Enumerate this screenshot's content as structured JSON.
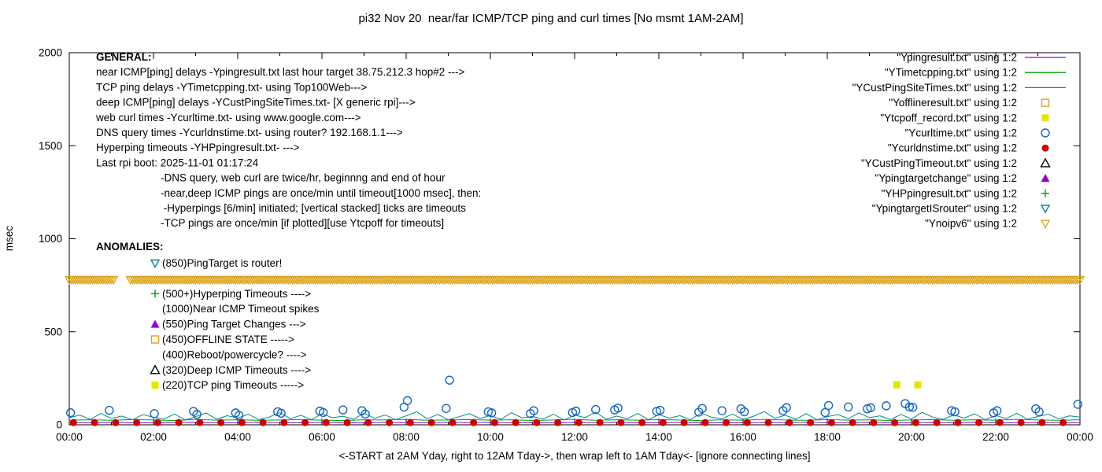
{
  "chart_data": {
    "type": "line",
    "title": "pi32 Nov 20  near/far ICMP/TCP ping and curl times [No msmt 1AM-2AM]",
    "xlabel": "<-START at 2AM Yday, right to 12AM Tday->, then wrap left to 1AM Tday<- [ignore connecting lines]",
    "ylabel": "msec",
    "x_range": [
      0,
      24
    ],
    "ylim": [
      0,
      2000
    ],
    "y_ticks": [
      0,
      500,
      1000,
      1500,
      2000
    ],
    "x_tick_hours": [
      0,
      2,
      4,
      6,
      8,
      10,
      12,
      14,
      16,
      18,
      20,
      22,
      24
    ],
    "x_tick_labels": [
      "00:00",
      "02:00",
      "04:00",
      "06:00",
      "08:00",
      "10:00",
      "12:00",
      "14:00",
      "16:00",
      "18:00",
      "20:00",
      "22:00",
      "00:00"
    ],
    "grid": false,
    "legend_position": "inside-top-right",
    "legend": [
      {
        "label": "\"Ypingresult.txt\" using 1:2",
        "sample": "line",
        "color": "#9400D3"
      },
      {
        "label": "\"YTimetcpping.txt\" using 1:2",
        "sample": "line",
        "color": "#00A000"
      },
      {
        "label": "\"YCustPingSiteTimes.txt\" using 1:2",
        "sample": "line",
        "color": "#008B8B"
      },
      {
        "label": "\"Yofflineresult.txt\" using 1:2",
        "sample": "square-open",
        "color": "#DAA520"
      },
      {
        "label": "\"Ytcpoff_record.txt\" using 1:2",
        "sample": "square-filled",
        "color": "#E8E600"
      },
      {
        "label": "\"Ycurltime.txt\" using 1:2",
        "sample": "circle-open",
        "color": "#1565C0"
      },
      {
        "label": "\"Ycurldnstime.txt\" using 1:2",
        "sample": "circle-filled",
        "color": "#CC0000"
      },
      {
        "label": "\"YCustPingTimeout.txt\" using 1:2",
        "sample": "tri-up-open",
        "color": "#000000"
      },
      {
        "label": "\"Ypingtargetchange\" using 1:2",
        "sample": "tri-up-filled",
        "color": "#9400D3"
      },
      {
        "label": "\"YHPpingresult.txt\" using 1:2",
        "sample": "plus",
        "color": "#00A000"
      },
      {
        "label": "\"YpingtargetISrouter\" using 1:2",
        "sample": "tri-down-open",
        "color": "#008B8B"
      },
      {
        "label": "\"Ynoipv6\" using 1:2",
        "sample": "tri-down-open",
        "color": "#DAA520"
      }
    ],
    "series": [
      {
        "name": "Ypingresult.txt",
        "plot": "line",
        "color": "#9400D3",
        "x_start": 0,
        "x_step": 0.5,
        "values": [
          12,
          11,
          13,
          12,
          10,
          12,
          13,
          11,
          12,
          14,
          12,
          11,
          13,
          12,
          10,
          13,
          12,
          11,
          14,
          12,
          13,
          11,
          12,
          10,
          13,
          12,
          14,
          11,
          12,
          13,
          10,
          12,
          11,
          13,
          12,
          14,
          11,
          12,
          13,
          10,
          12,
          13,
          11,
          14,
          12,
          11,
          13,
          12,
          11
        ]
      },
      {
        "name": "YTimetcpping.txt",
        "plot": "line",
        "color": "#00A000",
        "x_start": 0,
        "x_step": 0.5,
        "values": [
          25,
          27,
          24,
          28,
          26,
          23,
          29,
          25,
          27,
          24,
          26,
          28,
          25,
          23,
          27,
          26,
          29,
          24,
          26,
          28,
          25,
          27,
          23,
          26,
          29,
          24,
          27,
          25,
          28,
          26,
          23,
          27,
          25,
          29,
          26,
          24,
          28,
          25,
          27,
          23,
          26,
          28,
          24,
          27,
          25,
          29,
          26,
          24,
          27
        ]
      },
      {
        "name": "YCustPingSiteTimes.txt",
        "plot": "line",
        "color": "#008B8B",
        "x_start": 0,
        "x_step": 0.25,
        "values": [
          38,
          52,
          29,
          61,
          34,
          47,
          27,
          55,
          40,
          31,
          58,
          26,
          44,
          63,
          30,
          49,
          36,
          57,
          28,
          42,
          66,
          33,
          51,
          27,
          59,
          38,
          46,
          30,
          62,
          35,
          53,
          28,
          48,
          70,
          32,
          56,
          27,
          43,
          60,
          34,
          50,
          29,
          65,
          37,
          45,
          31,
          57,
          26,
          52,
          39,
          68,
          30,
          47,
          33,
          61,
          28,
          54,
          36,
          49,
          27,
          63,
          41,
          32,
          58,
          29,
          46,
          71,
          35,
          51,
          30,
          60,
          27,
          44,
          55,
          33,
          64,
          38,
          48,
          28,
          56,
          31,
          67,
          42,
          29,
          53,
          36,
          59,
          27,
          50,
          34,
          62,
          30,
          45,
          57,
          32,
          48,
          41
        ]
      },
      {
        "name": "Ycurltime.txt",
        "plot": "scatter",
        "marker": "circle-open",
        "color": "#1565C0",
        "points": [
          [
            0.03,
            65
          ],
          [
            0.95,
            78
          ],
          [
            2.02,
            60
          ],
          [
            2.95,
            72
          ],
          [
            3.03,
            56
          ],
          [
            3.95,
            64
          ],
          [
            4.03,
            50
          ],
          [
            4.95,
            70
          ],
          [
            5.03,
            62
          ],
          [
            5.95,
            74
          ],
          [
            6.03,
            66
          ],
          [
            6.5,
            80
          ],
          [
            6.95,
            76
          ],
          [
            7.03,
            58
          ],
          [
            7.95,
            95
          ],
          [
            8.03,
            130
          ],
          [
            8.95,
            88
          ],
          [
            9.03,
            240
          ],
          [
            9.95,
            70
          ],
          [
            10.03,
            64
          ],
          [
            10.95,
            60
          ],
          [
            11.03,
            76
          ],
          [
            11.95,
            66
          ],
          [
            12.03,
            74
          ],
          [
            12.5,
            82
          ],
          [
            12.95,
            80
          ],
          [
            13.03,
            90
          ],
          [
            13.95,
            72
          ],
          [
            14.03,
            78
          ],
          [
            14.95,
            68
          ],
          [
            15.03,
            88
          ],
          [
            15.5,
            76
          ],
          [
            15.95,
            86
          ],
          [
            16.03,
            70
          ],
          [
            16.95,
            76
          ],
          [
            17.03,
            92
          ],
          [
            17.95,
            66
          ],
          [
            18.03,
            104
          ],
          [
            18.5,
            96
          ],
          [
            18.95,
            86
          ],
          [
            19.03,
            92
          ],
          [
            19.4,
            102
          ],
          [
            19.85,
            114
          ],
          [
            19.95,
            96
          ],
          [
            20.03,
            94
          ],
          [
            20.95,
            76
          ],
          [
            21.03,
            70
          ],
          [
            21.95,
            64
          ],
          [
            22.03,
            76
          ],
          [
            22.95,
            86
          ],
          [
            23.03,
            70
          ],
          [
            23.95,
            110
          ]
        ]
      },
      {
        "name": "Ycurldnstime.txt",
        "plot": "scatter",
        "marker": "circle-filled",
        "color": "#CC0000",
        "repeat": {
          "x_start": 0.1,
          "x_end": 23.9,
          "x_step": 0.5,
          "value": 12
        }
      },
      {
        "name": "Ytcpoff_record.txt",
        "plot": "scatter",
        "marker": "square-filled",
        "color": "#E8E600",
        "points": [
          [
            19.65,
            215
          ],
          [
            20.15,
            215
          ]
        ]
      },
      {
        "name": "Ynoipv6",
        "plot": "marker-band",
        "marker": "tri-down-open",
        "color": "#DAA520",
        "value": 780,
        "x_start": 0,
        "x_end": 24,
        "x_step": 0.05,
        "gaps": [
          [
            1.08,
            1.42
          ]
        ]
      }
    ]
  },
  "annotations": {
    "general": {
      "heading": "GENERAL:",
      "lines": [
        "near ICMP[ping] delays -Ypingresult.txt last hour target 38.75.212.3 hop#2 --->",
        "TCP ping delays -YTimetcpping.txt- using Top100Web--->",
        "deep ICMP[ping] delays -YCustPingSiteTimes.txt- [X generic rpi]--->",
        "web curl times -Ycurltime.txt- using www.google.com--->",
        "DNS query times -Ycurldnstime.txt- using router? 192.168.1.1--->",
        "Hyperping timeouts -YHPpingresult.txt- --->",
        "Last rpi boot: 2025-11-01 01:17:24"
      ],
      "indented_lines": [
        "-DNS query, web curl are twice/hr, beginnng and end of hour",
        "-near,deep ICMP pings are once/min until timeout[1000 msec], then:",
        " -Hyperpings [6/min] initiated; [vertical stacked] ticks are timeouts",
        "-TCP pings are once/min [if plotted][use Ytcpoff for timeouts]"
      ]
    },
    "anomalies": {
      "heading": "ANOMALIES:",
      "items": [
        {
          "row": 0,
          "marker": "tri-down-open",
          "color": "#008B8B",
          "text": "(850)PingTarget is router!"
        },
        {
          "row": 2,
          "marker": "plus",
          "color": "#00A000",
          "text": "(500+)Hyperping Timeouts ---->"
        },
        {
          "row": 3,
          "marker": "none",
          "color": "#000000",
          "text": "(1000)Near ICMP Timeout spikes"
        },
        {
          "row": 4,
          "marker": "tri-up-filled",
          "color": "#9400D3",
          "text": "(550)Ping Target Changes --->"
        },
        {
          "row": 5,
          "marker": "square-open",
          "color": "#DAA520",
          "text": "(450)OFFLINE STATE ----->"
        },
        {
          "row": 6,
          "marker": "none",
          "color": "#000000",
          "text": "(400)Reboot/powercycle? ---->"
        },
        {
          "row": 7,
          "marker": "tri-up-open",
          "color": "#000000",
          "text": "(320)Deep ICMP Timeouts ---->"
        },
        {
          "row": 8,
          "marker": "square-filled",
          "color": "#E8E600",
          "text": "(220)TCP ping Timeouts ----->"
        }
      ]
    }
  }
}
